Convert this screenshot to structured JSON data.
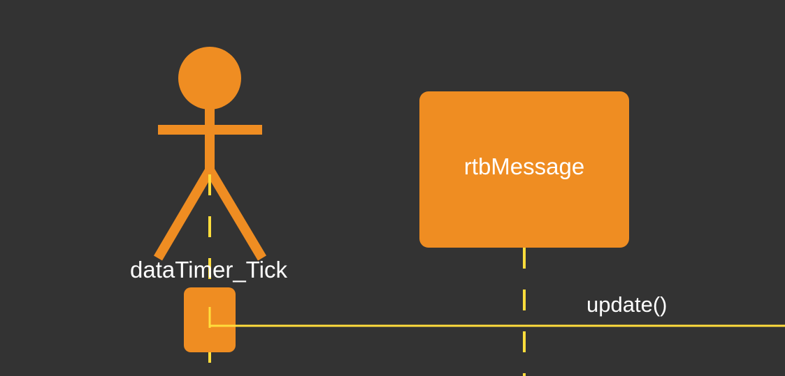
{
  "diagram": {
    "type": "sequence",
    "actor": {
      "name": "dataTimer_Tick",
      "icon": "stick-figure-icon"
    },
    "object": {
      "name": "rtbMessage"
    },
    "message": {
      "label": "update()"
    },
    "colors": {
      "background": "#333333",
      "shape_fill": "#ef8d22",
      "lifeline": "#ffdd3c",
      "text": "#ffffff"
    }
  }
}
